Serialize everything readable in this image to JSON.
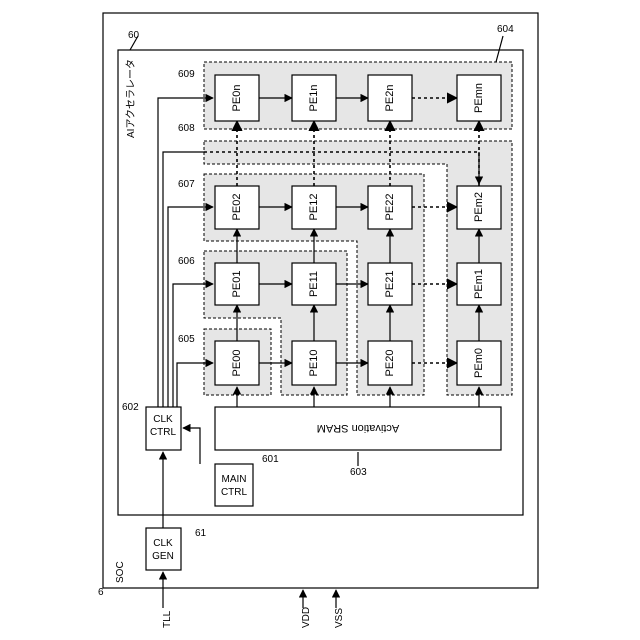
{
  "soc_label": "SOC",
  "soc_ref": "6",
  "accel_title": "AIアクセラレータ",
  "accel_ref": "60",
  "pe_array_ref": "604",
  "clk_gen": {
    "line1": "CLK",
    "line2": "GEN",
    "ref": "61"
  },
  "clk_ctrl": {
    "line1": "CLK",
    "line2": "CTRL",
    "ref": "602"
  },
  "main_ctrl": {
    "line1": "MAIN",
    "line2": "CTRL",
    "ref": "601"
  },
  "sram": {
    "label": "Activation SRAM",
    "ref": "603"
  },
  "group_refs": {
    "g605": "605",
    "g606": "606",
    "g607": "607",
    "g608": "608",
    "g609": "609"
  },
  "pe": {
    "pe00": "PE00",
    "pe10": "PE10",
    "pe20": "PE20",
    "pem0": "PEm0",
    "pe01": "PE01",
    "pe11": "PE11",
    "pe21": "PE21",
    "pem1": "PEm1",
    "pe02": "PE02",
    "pe12": "PE12",
    "pe22": "PE22",
    "pem2": "PEm2",
    "pe0n": "PE0n",
    "pe1n": "PE1n",
    "pe2n": "PE2n",
    "pemn": "PEmn"
  },
  "pins": {
    "tll": "TLL",
    "vdd": "VDD",
    "vss": "VSS"
  }
}
